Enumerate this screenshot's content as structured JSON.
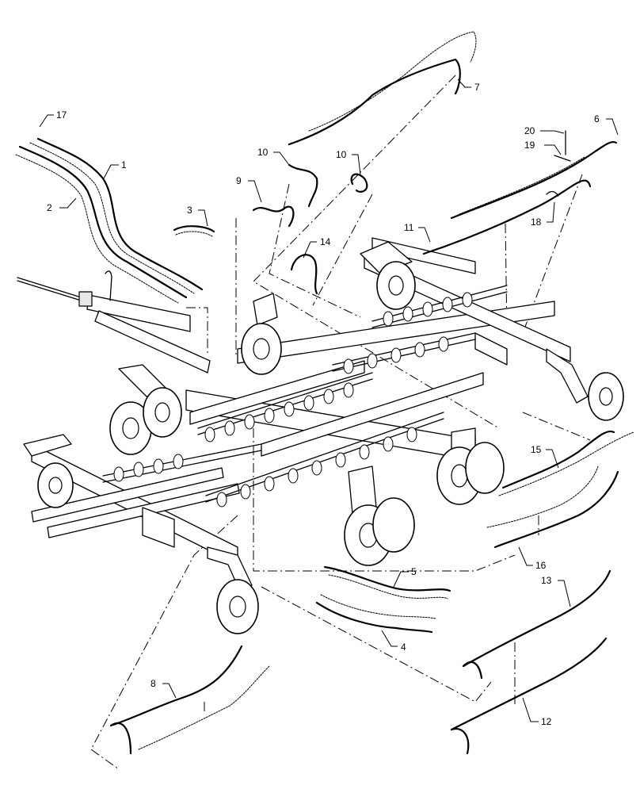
{
  "callouts": [
    {
      "id": "c1",
      "label": "1"
    },
    {
      "id": "c2",
      "label": "2"
    },
    {
      "id": "c3",
      "label": "3"
    },
    {
      "id": "c4",
      "label": "4"
    },
    {
      "id": "c5",
      "label": "5"
    },
    {
      "id": "c6",
      "label": "6"
    },
    {
      "id": "c7",
      "label": "7"
    },
    {
      "id": "c8",
      "label": "8"
    },
    {
      "id": "c9",
      "label": "9"
    },
    {
      "id": "c10a",
      "label": "10"
    },
    {
      "id": "c10b",
      "label": "10"
    },
    {
      "id": "c11",
      "label": "11"
    },
    {
      "id": "c12",
      "label": "12"
    },
    {
      "id": "c13",
      "label": "13"
    },
    {
      "id": "c14",
      "label": "14"
    },
    {
      "id": "c15",
      "label": "15"
    },
    {
      "id": "c16",
      "label": "16"
    },
    {
      "id": "c17",
      "label": "17"
    },
    {
      "id": "c18",
      "label": "18"
    },
    {
      "id": "c19",
      "label": "19"
    },
    {
      "id": "c20",
      "label": "20"
    }
  ],
  "colors": {
    "line": "#000000",
    "background": "#ffffff"
  }
}
